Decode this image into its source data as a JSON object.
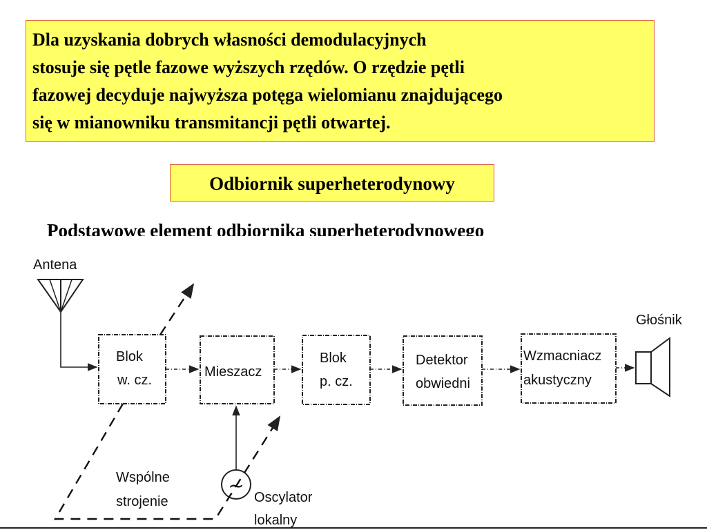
{
  "note": {
    "lines": [
      "Dla uzyskania dobrych własności demodulacyjnych",
      "stosuje się pętle fazowe wyższych rzędów. O rzędzie pętli",
      "fazowej decyduje najwyższa potęga wielomianu znajdującego",
      "się w mianowniku transmitancji pętli otwartej."
    ]
  },
  "title": "Odbiornik superheterodynowy",
  "subtitle": "Podstawowe element odbiornika superheterodynowego",
  "diagram": {
    "antenna_label": "Antena",
    "speaker_label": "Głośnik",
    "blocks": {
      "rf": [
        "Blok",
        "w. cz."
      ],
      "mixer": [
        "Mieszacz"
      ],
      "if": [
        "Blok",
        "p. cz."
      ],
      "detector": [
        "Detektor",
        "obwiedni"
      ],
      "amplifier": [
        "Wzmacniacz",
        "akustyczny"
      ]
    },
    "oscillator_symbol": "~",
    "oscillator_label": [
      "Oscylator",
      "lokalny"
    ],
    "common_tuning_label": [
      "Wspólne",
      "strojenie"
    ]
  }
}
